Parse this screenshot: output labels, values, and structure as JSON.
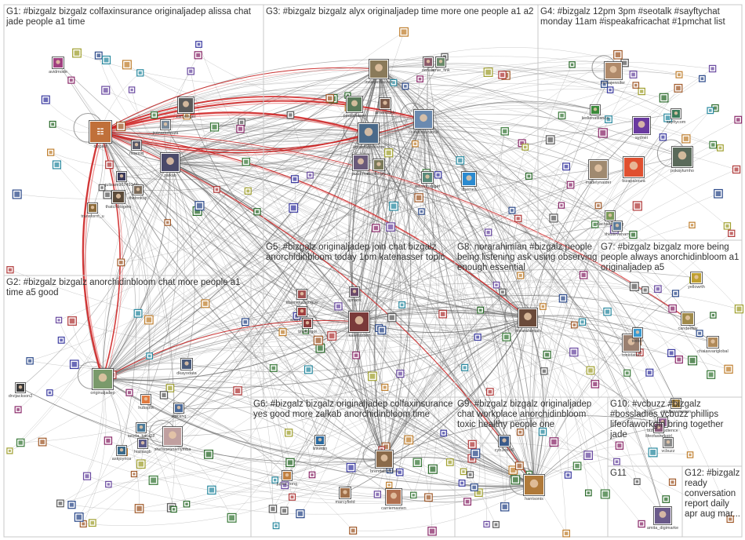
{
  "groups": [
    {
      "id": "g1",
      "label": "G1: #bizgalz bizgalz colfaxinsurance originaljadep alissa chat jade people a1 time"
    },
    {
      "id": "g2",
      "label": "G2: #bizgalz bizgalz anorchidinbloom chat more people a1 time a5 good"
    },
    {
      "id": "g3",
      "label": "G3: #bizgalz bizgalz alyx originaljadep time more one people a1 a2"
    },
    {
      "id": "g4",
      "label": "G4: #bizgalz 12pm 3pm #seotalk #sayftychat monday 11am #ispeakafricachat #1pmchat list"
    },
    {
      "id": "g5",
      "label": "G5: #bizgalz originaljadep join chat bizgalz anorchidinbloom today 1pm katenasser topic"
    },
    {
      "id": "g6",
      "label": "G6: #bizgalz bizgalz originaljadep colfaxinsurance yes good more zalkab anorchidinbloom time"
    },
    {
      "id": "g7",
      "label": "G7: #bizgalz bizgalz more being people always anorchidinbloom a1 originaljadep a5"
    },
    {
      "id": "g8",
      "label": "G8: norarahimian #bizgalz people being listening ask using observing enough essential"
    },
    {
      "id": "g9",
      "label": "G9: #bizgalz bizgalz originaljadep chat workplace anorchidinbloom toxic healthy people one"
    },
    {
      "id": "g10",
      "label": "G10: #vcbuzz #bizgalz #bossladies vcbuzz phillips lifeofaworkgirl bring together jade"
    },
    {
      "id": "g11",
      "label": "G11"
    },
    {
      "id": "g12",
      "label": "G12: #bizgalz ready conversation report daily apr aug mar..."
    }
  ],
  "nodes": [
    {
      "id": "bizgalz",
      "label": "bizgalz",
      "color": "#c0703a",
      "icon": "bizgalz-logo-icon"
    },
    {
      "id": "originaljadep",
      "label": "originaljadep",
      "color": "#7a9a6b",
      "icon": "avatar-icon"
    },
    {
      "id": "anorchidinbloom",
      "label": "anorchidinbloom",
      "color": "#4a6a8a",
      "icon": "avatar-icon"
    },
    {
      "id": "colfaxinsurance",
      "label": "colfaxinsurance",
      "color": "#6a8ab0",
      "icon": "avatar-icon"
    },
    {
      "id": "katenasser",
      "label": "katenasser",
      "color": "#7a3a3a",
      "icon": "avatar-icon"
    },
    {
      "id": "harrisonis",
      "label": "harrisonis",
      "color": "#b07a3a",
      "icon": "avatar-icon"
    },
    {
      "id": "brendaindelles",
      "label": "brendaindelles",
      "color": "#8a6a4a",
      "icon": "avatar-icon"
    },
    {
      "id": "zalkab",
      "label": "zalkab",
      "color": "#4a4a6a",
      "icon": "avatar-icon"
    },
    {
      "id": "indiejenfischer",
      "label": "indiejenfischer",
      "color": "#8a7a5a",
      "icon": "avatar-icon"
    },
    {
      "id": "norarahimian",
      "label": "norarahimian",
      "color": "#6a4a3a",
      "icon": "avatar-icon"
    },
    {
      "id": "mmajennifer",
      "label": "mmajennifer",
      "color": "#b08a6a",
      "icon": "avatar-icon"
    },
    {
      "id": "pokaytumho",
      "label": "pokaytumho",
      "color": "#5a6a5a",
      "icon": "avatar-icon"
    },
    {
      "id": "bizapalooza",
      "label": "bizapalooza",
      "color": "#e05030",
      "icon": "avatar-icon"
    },
    {
      "id": "madelynalder",
      "label": "madelynalder",
      "color": "#a08a70",
      "icon": "avatar-icon"
    },
    {
      "id": "ithemes",
      "label": "ithemes",
      "color": "#2a8ad0",
      "icon": "avatar-icon"
    },
    {
      "id": "sheraseanamymba",
      "label": "sheraseanamymba",
      "color": "#c0a0a0",
      "icon": "avatar-icon"
    },
    {
      "id": "carriemasten",
      "label": "carriemasten",
      "color": "#b07050",
      "icon": "avatar-icon"
    },
    {
      "id": "tonistaton",
      "label": "tonistaton",
      "color": "#9a8070",
      "icon": "avatar-icon"
    },
    {
      "id": "amita_digimarke",
      "label": "amita_digimarke",
      "color": "#6a5a8a",
      "icon": "avatar-icon"
    },
    {
      "id": "avidmode",
      "label": "avidmode",
      "color": "#a04080",
      "icon": "avatar-icon"
    },
    {
      "id": "zanylinger",
      "label": "zanylinger",
      "color": "#5a5a5a",
      "icon": "avatar-icon"
    },
    {
      "id": "jcanarasouza",
      "label": "jcanarasouza",
      "color": "#7a8a9a",
      "icon": "avatar-icon"
    },
    {
      "id": "julisam96749245",
      "label": "julisam96749245",
      "color": "#3a3a5a",
      "icon": "avatar-icon"
    },
    {
      "id": "transform_u",
      "label": "transform_u",
      "color": "#8a6a3a",
      "icon": "avatar-icon"
    },
    {
      "id": "cyb3rb0r6",
      "label": "cyb3rb0r6",
      "color": "#3a5a8a",
      "icon": "avatar-icon"
    },
    {
      "id": "drvijackson2",
      "label": "drvijackson2",
      "color": "#3a3a3a",
      "icon": "avatar-icon"
    },
    {
      "id": "thatchblogers",
      "label": "thatchblogers",
      "color": "#5a4a3a",
      "icon": "avatar-icon"
    },
    {
      "id": "hubspot",
      "label": "hubspot",
      "color": "#e07a40",
      "icon": "avatar-icon"
    },
    {
      "id": "stackhq",
      "label": "stackhq",
      "color": "#4a6a9a",
      "icon": "avatar-icon"
    },
    {
      "id": "amandakb",
      "label": "amandakb",
      "color": "#7a5a4a",
      "icon": "avatar-icon"
    },
    {
      "id": "pmalshapro",
      "label": "pmalshapro",
      "color": "#5a7a5a",
      "icon": "avatar-icon"
    },
    {
      "id": "jazzerker",
      "label": "jazzerker",
      "color": "#6a5a7a",
      "icon": "avatar-icon"
    },
    {
      "id": "davilleneuve",
      "label": "davilleneuve",
      "color": "#7a7a5a",
      "icon": "avatar-icon"
    },
    {
      "id": "adventuregirl",
      "label": "adventuregirl",
      "color": "#5a8a7a",
      "icon": "avatar-icon"
    },
    {
      "id": "danale",
      "label": "danale",
      "color": "#8a5a6a",
      "icon": "avatar-icon"
    },
    {
      "id": "amie_fink",
      "label": "amie_fink",
      "color": "#6a8a6a",
      "icon": "avatar-icon"
    },
    {
      "id": "dkayodata",
      "label": "dkayodata",
      "color": "#4a5a7a",
      "icon": "avatar-icon"
    },
    {
      "id": "leslienatlianca",
      "label": "leslienatlianca",
      "color": "#3a8a3a",
      "icon": "avatar-icon"
    },
    {
      "id": "nachallegregg",
      "label": "nachallegregg",
      "color": "#7a9a5a",
      "icon": "avatar-icon"
    },
    {
      "id": "thesteveham",
      "label": "thesteveham",
      "color": "#5a7a9a",
      "icon": "avatar-icon"
    },
    {
      "id": "sayftycom",
      "label": "sayftycom",
      "color": "#3a7a5a",
      "icon": "avatar-icon"
    },
    {
      "id": "sydnei",
      "label": "sydnei",
      "color": "#6a3aa0",
      "icon": "avatar-icon"
    },
    {
      "id": "vcbuzz",
      "label": "vcbuzz",
      "color": "#8a8a8a",
      "icon": "avatar-icon"
    },
    {
      "id": "bizleadaudience",
      "label": "bizleadaudience",
      "color": "#9a6a9a",
      "icon": "avatar-icon"
    },
    {
      "id": "stitchesamotion",
      "label": "stitchesamotion",
      "color": "#a08040",
      "icon": "avatar-icon"
    },
    {
      "id": "julied_long",
      "label": "julied_long",
      "color": "#c08040",
      "icon": "avatar-icon"
    },
    {
      "id": "marcyfield",
      "label": "marcyfield",
      "color": "#a0704a",
      "icon": "avatar-icon"
    },
    {
      "id": "linkedin",
      "label": "linkedin",
      "color": "#2a6aa0",
      "icon": "avatar-icon"
    },
    {
      "id": "asanchez15",
      "label": "asanchez15",
      "color": "#a04040",
      "icon": "avatar-icon"
    },
    {
      "id": "thismeka3gogue",
      "label": "thismeka3gogue",
      "color": "#a05050",
      "icon": "avatar-icon"
    },
    {
      "id": "ajmank",
      "label": "ajmank",
      "color": "#6a4a6a",
      "icon": "avatar-icon"
    },
    {
      "id": "biwrongol",
      "label": "biwrongol",
      "color": "#8a3a3a",
      "icon": "avatar-icon"
    },
    {
      "id": "sevda_kara22",
      "label": "sevda_kara22",
      "color": "#4a7a9a",
      "icon": "avatar-icon"
    },
    {
      "id": "hisilaagb",
      "label": "hisilaagb",
      "color": "#5a5a8a",
      "icon": "avatar-icon"
    },
    {
      "id": "askjoyrios",
      "label": "askjoyrios",
      "color": "#3a6a8a",
      "icon": "avatar-icon"
    },
    {
      "id": "thelookup",
      "label": "thelookup",
      "color": "#7a6a5a",
      "icon": "avatar-icon"
    },
    {
      "id": "nvarind",
      "label": "nvarind",
      "color": "#5a5a6a",
      "icon": "avatar-icon"
    },
    {
      "id": "yellowrth",
      "label": "yellowrth",
      "color": "#c0a030",
      "icon": "avatar-icon"
    },
    {
      "id": "chaiasvariglobal",
      "label": "chaiasvariglobal",
      "color": "#b08a5a",
      "icon": "avatar-icon"
    },
    {
      "id": "candeebw",
      "label": "candeebw",
      "color": "#a08a4a",
      "icon": "avatar-icon"
    },
    {
      "id": "twitter",
      "label": "twitter",
      "color": "#3a9ad0",
      "icon": "avatar-icon"
    },
    {
      "id": "lifeofaworkgirl",
      "label": "lifeofaworkgirl",
      "color": "#8a5a7a",
      "icon": "avatar-icon"
    }
  ]
}
